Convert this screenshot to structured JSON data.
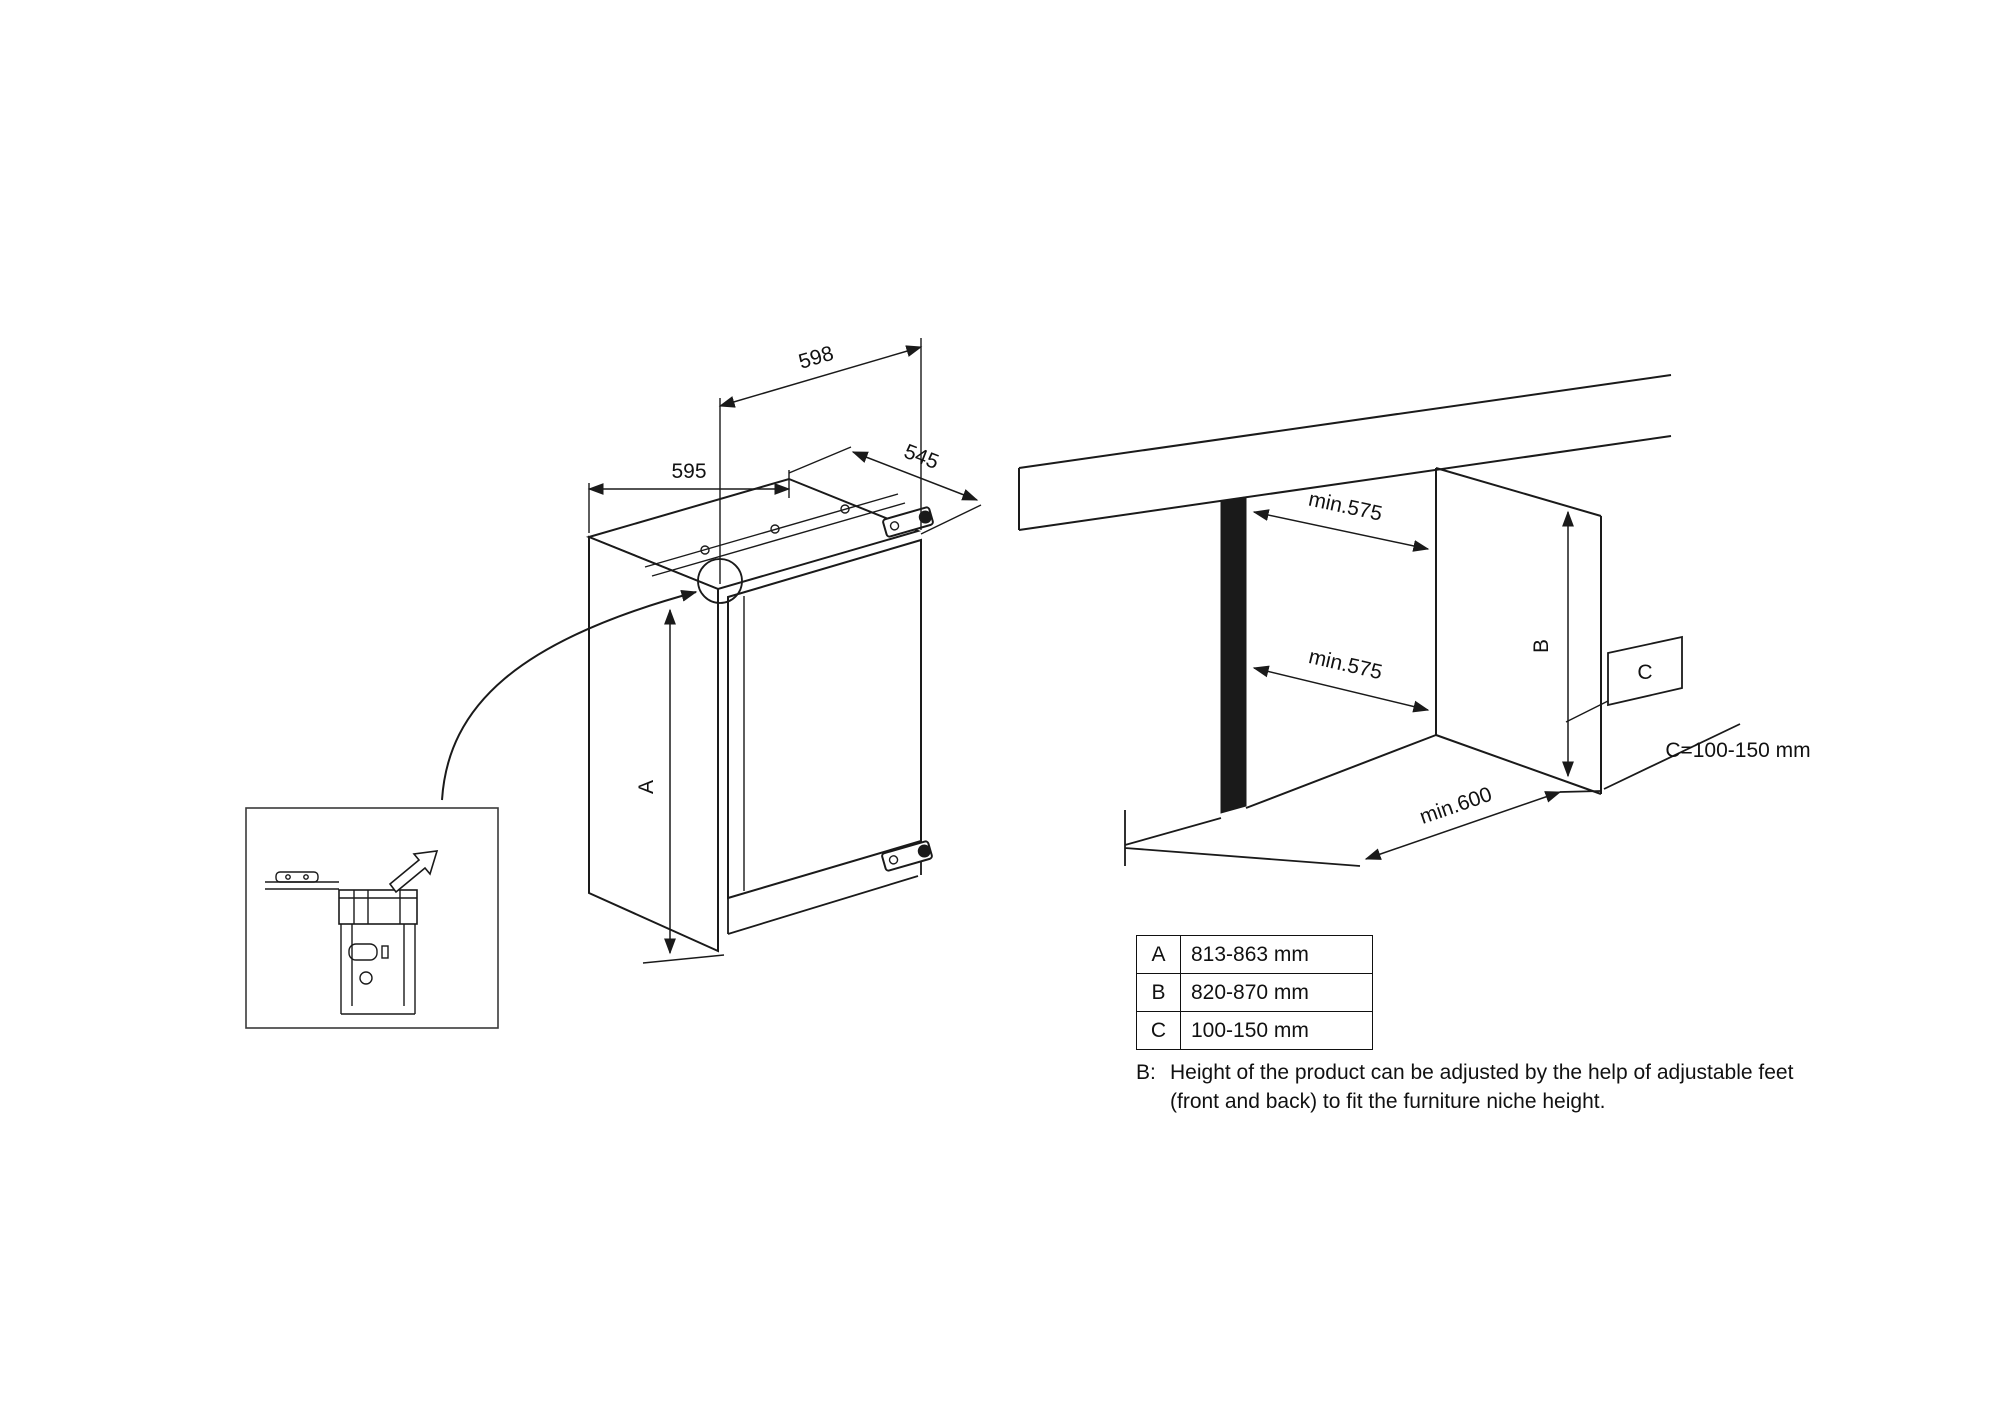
{
  "page": {
    "background": "#ffffff",
    "ink": "#1a1a1a"
  },
  "diagram": {
    "fridge": {
      "dim_width_door": "598",
      "dim_width_body": "595",
      "dim_depth": "545",
      "dim_height": "A"
    },
    "niche": {
      "dim_depth_top": "min.575",
      "dim_depth_bottom": "min.575",
      "dim_height": "B",
      "plinth": "C",
      "plinth_note": "C=100-150 mm",
      "dim_floor": "min.600"
    }
  },
  "table": {
    "rows": [
      {
        "key": "A",
        "value": "813-863 mm"
      },
      {
        "key": "B",
        "value": "820-870 mm"
      },
      {
        "key": "C",
        "value": "100-150 mm"
      }
    ]
  },
  "note": {
    "prefix": "B:",
    "line1": "Height of the product can be adjusted by the help of adjustable feet",
    "line2": "(front and back) to fit the furniture niche height."
  }
}
